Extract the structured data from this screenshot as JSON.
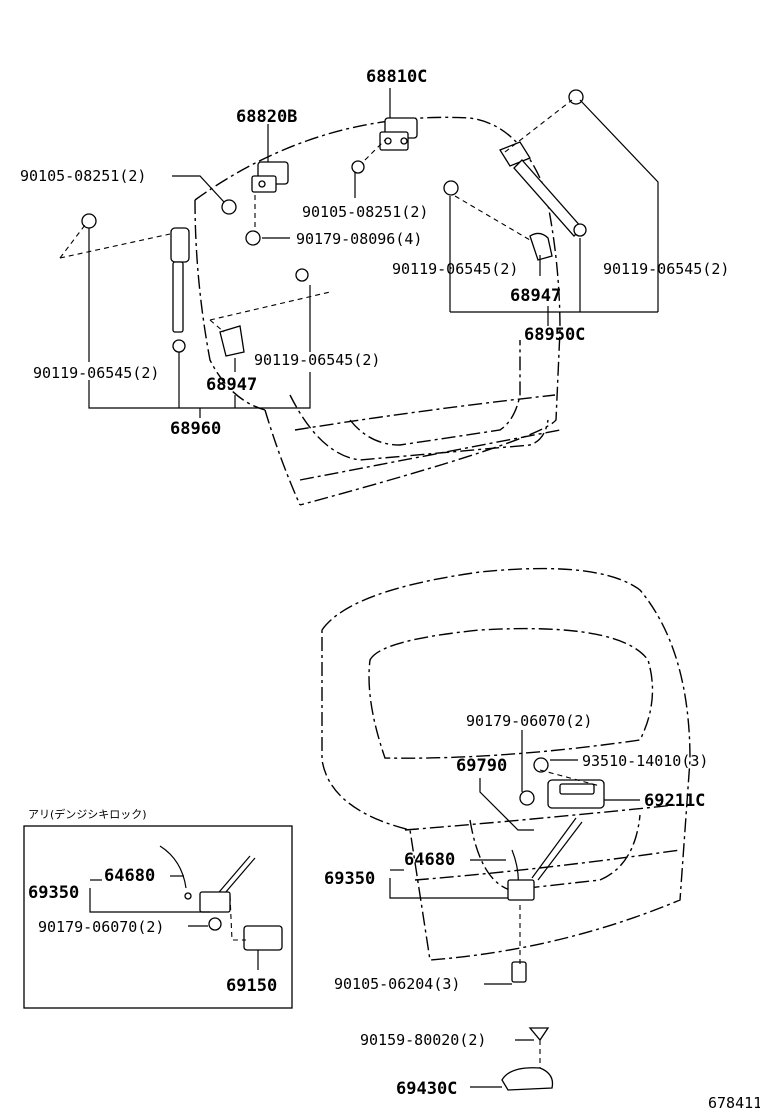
{
  "diagram_id": "678411",
  "inset_title": "アリ(デンジシキロック)",
  "upper_labels": {
    "p68810C": "68810C",
    "p68820B": "68820B",
    "p90105_08251_a": "90105-08251(2)",
    "p90105_08251_b": "90105-08251(2)",
    "p90179_08096": "90179-08096(4)",
    "p90119_06545_a": "90119-06545(2)",
    "p90119_06545_b": "90119-06545(2)",
    "p68947_a": "68947",
    "p68950C": "68950C",
    "p90119_06545_c": "90119-06545(2)",
    "p90119_06545_d": "90119-06545(2)",
    "p68947_b": "68947",
    "p68960": "68960"
  },
  "lower_labels": {
    "p90179_06070_a": "90179-06070(2)",
    "p69790": "69790",
    "p93510_14010": "93510-14010(3)",
    "p69211C": "69211C",
    "p64680_a": "64680",
    "p69350_a": "69350",
    "p90105_06204": "90105-06204(3)",
    "p90159_80020": "90159-80020(2)",
    "p69430C": "69430C"
  },
  "inset_labels": {
    "p64680_b": "64680",
    "p69350_b": "69350",
    "p90179_06070_b": "90179-06070(2)",
    "p69150": "69150"
  }
}
